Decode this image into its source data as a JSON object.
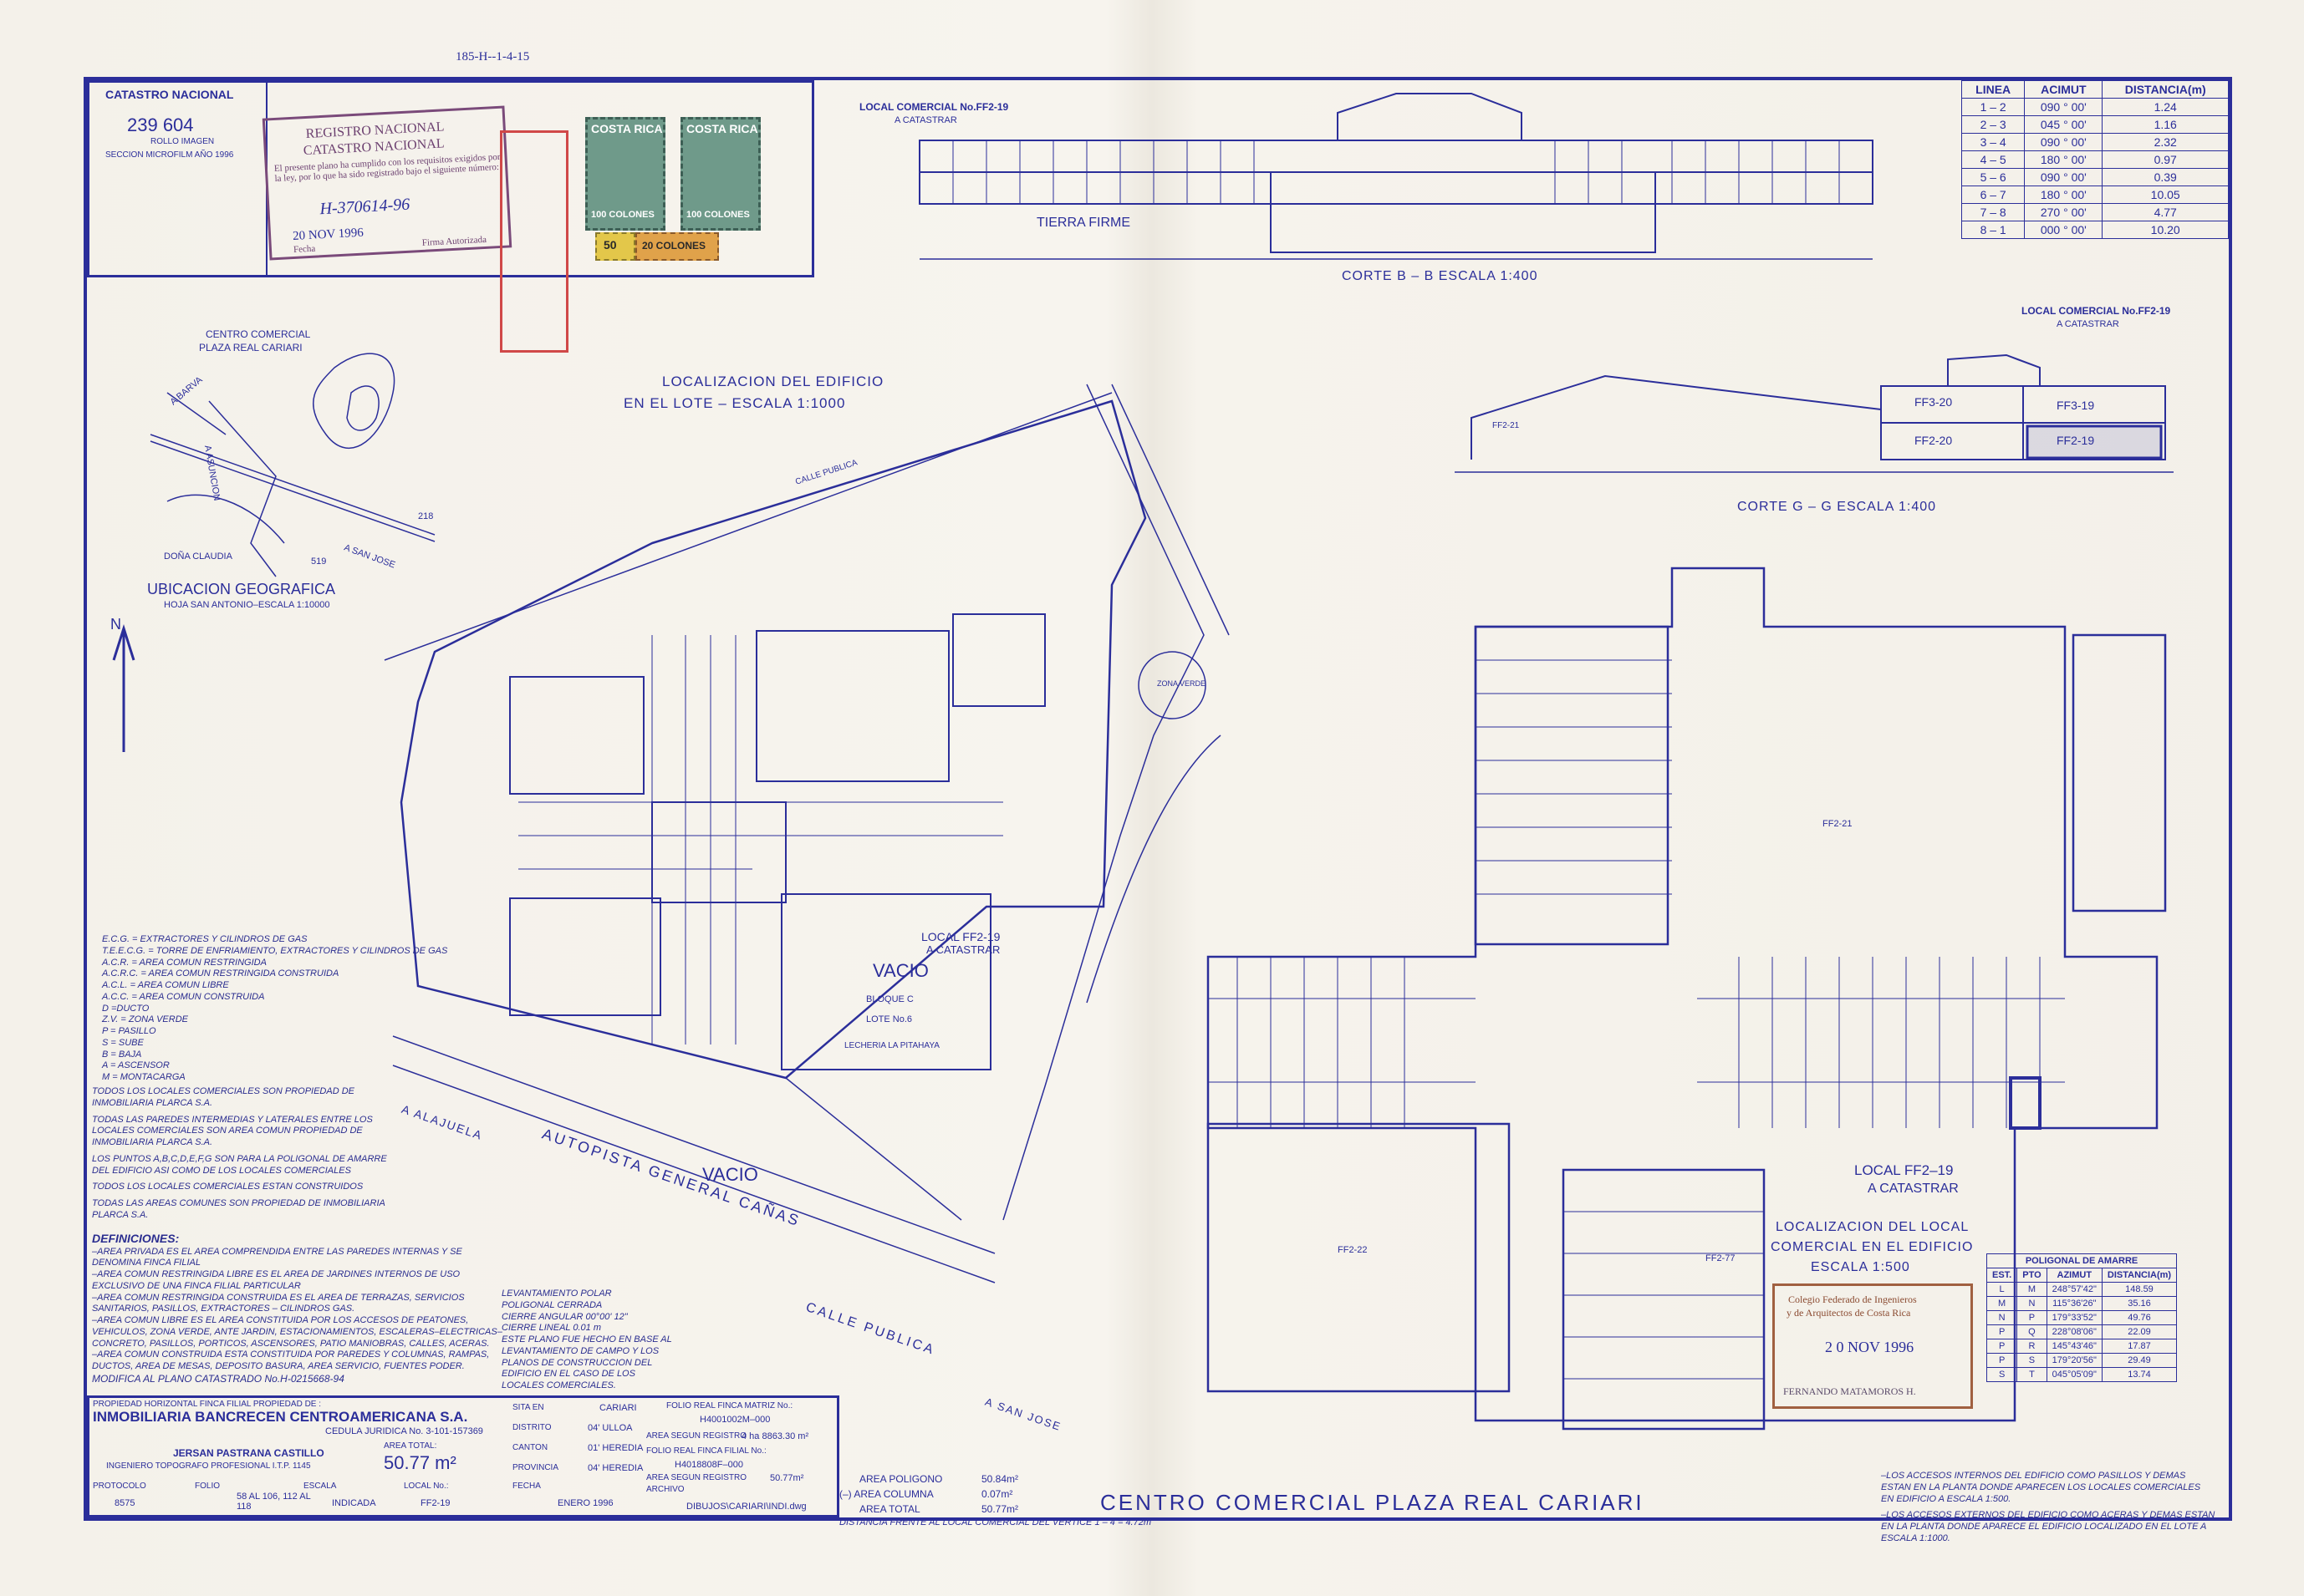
{
  "ref_code": "185-H--1-4-15",
  "catastro": {
    "title": "CATASTRO NACIONAL",
    "number": "239 604",
    "rollo": "ROLLO IMAGEN",
    "seccion": "SECCION MICROFILM AÑO 1996"
  },
  "registro_stamp": {
    "line1": "REGISTRO NACIONAL",
    "line2": "CATASTRO NACIONAL",
    "body": "El presente plano ha cumplido con los requisitos exigidos por la ley, por lo que ha sido registrado bajo el siguiente número:",
    "number": "H-370614-96",
    "date": "20 NOV 1996",
    "fecha": "Fecha",
    "firma": "Firma Autorizada"
  },
  "timbres": {
    "brand": "COSTA RICA",
    "value1": "100 COLONES",
    "value2": "100 COLONES",
    "value3": "50",
    "value4": "20 COLONES"
  },
  "corte_bb": {
    "label_local": "LOCAL COMERCIAL No.FF2-19",
    "label_catastrar": "A CATASTRAR",
    "title": "CORTE  B – B  ESCALA 1:400",
    "ground": "TIERRA FIRME"
  },
  "rumbos_table": {
    "headers": [
      "LINEA",
      "ACIMUT",
      "DISTANCIA(m)"
    ],
    "rows": [
      [
        "1 – 2",
        "090 ° 00'",
        "1.24"
      ],
      [
        "2 – 3",
        "045 ° 00'",
        "1.16"
      ],
      [
        "3 – 4",
        "090 ° 00'",
        "2.32"
      ],
      [
        "4 – 5",
        "180 ° 00'",
        "0.97"
      ],
      [
        "5 – 6",
        "090 ° 00'",
        "0.39"
      ],
      [
        "6 – 7",
        "180 ° 00'",
        "10.05"
      ],
      [
        "7 – 8",
        "270 ° 00'",
        "4.77"
      ],
      [
        "8 – 1",
        "000 ° 00'",
        "10.20"
      ]
    ]
  },
  "corte_gg": {
    "label_local": "LOCAL COMERCIAL No.FF2-19",
    "label_catastrar": "A CATASTRAR",
    "title": "CORTE   G – G         ESCALA 1:400",
    "units": [
      "FF2-21",
      "FF3-20",
      "FF2-20",
      "FF3-19",
      "FF2-19"
    ]
  },
  "ubicacion": {
    "title": "UBICACION GEOGRAFICA",
    "subtitle": "HOJA SAN ANTONIO–ESCALA 1:10000",
    "centro": "CENTRO COMERCIAL",
    "plaza": "PLAZA REAL CARIARI",
    "north": "N",
    "labels": [
      "A BARVA",
      "A ASUNCION",
      "DOÑA CLAUDIA",
      "A SAN JOSE",
      "218",
      "519"
    ]
  },
  "lote": {
    "title1": "LOCALIZACION DEL EDIFICIO",
    "title2": "EN EL LOTE – ESCALA 1:1000",
    "local_label": "LOCAL FF2-19",
    "local_sub": "A CATASTRAR",
    "vacio1": "VACIO",
    "vacio2": "VACIO",
    "bloque": "BLOQUE C",
    "lote6": "LOTE No.6",
    "lecheria": "LECHERIA LA PITAHAYA",
    "zona_verde": "ZONA VERDE",
    "calle_publica": "CALLE PUBLICA",
    "autopista": "AUTOPISTA   GENERAL  CAÑAS",
    "calle2": "CALLE  PUBLICA",
    "alajuela": "A ALAJUELA",
    "sanjose": "A SAN JOSE"
  },
  "floor": {
    "title1": "LOCALIZACION DEL LOCAL",
    "title2": "COMERCIAL EN EL EDIFICIO",
    "title3": "ESCALA  1:500",
    "local_label": "LOCAL  FF2–19",
    "local_sub": "A CATASTRAR",
    "big_unit_left": "FF2-22",
    "big_unit_right": "FF2-21",
    "big_unit_bottom": "FF2-77"
  },
  "colegio_stamp": {
    "line1": "Colegio Federado de Ingenieros",
    "line2": "y de Arquitectos de Costa Rica",
    "date": "2 0 NOV 1996",
    "sign": "FERNANDO MATAMOROS H."
  },
  "poligonal_table": {
    "title": "POLIGONAL DE AMARRE",
    "headers": [
      "EST.",
      "PTO",
      "AZIMUT",
      "DISTANCIA(m)"
    ],
    "rows": [
      [
        "L",
        "M",
        "248°57'42\"",
        "148.59"
      ],
      [
        "M",
        "N",
        "115°36'26\"",
        "35.16"
      ],
      [
        "N",
        "P",
        "179°33'52\"",
        "49.76"
      ],
      [
        "P",
        "Q",
        "228°08'06\"",
        "22.09"
      ],
      [
        "P",
        "R",
        "145°43'46\"",
        "17.87"
      ],
      [
        "P",
        "S",
        "179°20'56\"",
        "29.49"
      ],
      [
        "S",
        "T",
        "045°05'09\"",
        "13.74"
      ]
    ]
  },
  "legend": [
    "E.C.G. = EXTRACTORES Y CILINDROS DE GAS",
    "T.E.E.C.G. = TORRE DE ENFRIAMIENTO, EXTRACTORES Y CILINDROS DE GAS",
    "A.C.R. = AREA COMUN RESTRINGIDA",
    "A.C.R.C. = AREA COMUN RESTRINGIDA CONSTRUIDA",
    "A.C.L. = AREA COMUN LIBRE",
    "A.C.C. = AREA COMUN CONSTRUIDA",
    "D =DUCTO",
    "Z.V. = ZONA VERDE",
    "P = PASILLO",
    "S = SUBE",
    "B = BAJA",
    "A = ASCENSOR",
    "M = MONTACARGA"
  ],
  "notes": [
    "TODOS LOS LOCALES COMERCIALES SON PROPIEDAD DE INMOBILIARIA PLARCA S.A.",
    "TODAS LAS PAREDES INTERMEDIAS Y LATERALES ENTRE LOS LOCALES COMERCIALES SON AREA COMUN PROPIEDAD DE INMOBILIARIA PLARCA S.A.",
    "LOS PUNTOS A,B,C,D,E,F,G SON PARA LA POLIGONAL DE AMARRE DEL EDIFICIO ASI COMO DE LOS LOCALES COMERCIALES",
    "TODOS LOS LOCALES COMERCIALES ESTAN CONSTRUIDOS",
    "TODAS LAS AREAS COMUNES SON PROPIEDAD DE INMOBILIARIA PLARCA S.A."
  ],
  "definiciones": {
    "title": "DEFINICIONES:",
    "items": [
      "–AREA PRIVADA ES EL AREA COMPRENDIDA ENTRE LAS PAREDES INTERNAS Y SE DENOMINA FINCA FILIAL",
      "–AREA COMUN RESTRINGIDA LIBRE ES EL AREA DE JARDINES INTERNOS DE USO EXCLUSIVO DE UNA FINCA FILIAL PARTICULAR",
      "–AREA COMUN RESTRINGIDA CONSTRUIDA ES EL AREA DE TERRAZAS, SERVICIOS SANITARIOS, PASILLOS, EXTRACTORES – CILINDROS GAS.",
      "–AREA COMUN LIBRE ES EL AREA CONSTITUIDA POR LOS ACCESOS DE PEATONES, VEHICULOS, ZONA VERDE, ANTE JARDIN, ESTACIONAMIENTOS, ESCALERAS–ELECTRICAS–CONCRETO, PASILLOS, PORTICOS, ASCENSORES, PATIO MANIOBRAS, CALLES, ACERAS.",
      "–AREA COMUN CONSTRUIDA ESTA CONSTITUIDA POR PAREDES Y COLUMNAS, RAMPAS, DUCTOS, AREA DE MESAS, DEPOSITO BASURA, AREA SERVICIO, FUENTES PODER."
    ],
    "modifica": "MODIFICA AL PLANO CATASTRADO No.H-0215668-94"
  },
  "levantamiento": [
    "LEVANTAMIENTO POLAR",
    "POLIGONAL CERRADA",
    "CIERRE ANGULAR 00°00' 12\"",
    "CIERRE LINEAL 0.01 m",
    "ESTE PLANO FUE HECHO EN BASE AL LEVANTAMIENTO DE CAMPO Y LOS PLANOS DE CONSTRUCCION DEL EDIFICIO EN EL CASO DE LOS LOCALES COMERCIALES."
  ],
  "title_block": {
    "propiedad_label": "PROPIEDAD HORIZONTAL FINCA FILIAL PROPIEDAD DE :",
    "owner": "INMOBILIARIA BANCRECEN CENTROAMERICANA S.A.",
    "cedula": "CEDULA JURIDICA No. 3-101-157369",
    "area_label": "AREA TOTAL:",
    "area_value": "50.77 m²",
    "surveyor": "JERSAN PASTRANA CASTILLO",
    "surveyor_title": "INGENIERO TOPOGRAFO PROFESIONAL I.T.P. 1145",
    "sita_label": "SITA EN",
    "sita": "CARIARI",
    "distrito_label": "DISTRITO",
    "distrito": "04' ULLOA",
    "canton_label": "CANTON",
    "canton": "01' HEREDIA",
    "provincia_label": "PROVINCIA",
    "provincia": "04' HEREDIA",
    "folio_matriz_label": "FOLIO REAL FINCA MATRIZ No.:",
    "folio_matriz": "H4001002M–000",
    "area_registro_label": "AREA SEGUN REGISTRO",
    "area_registro": "4 ha 8863.30 m²",
    "folio_filial_label": "FOLIO REAL FINCA FILIAL No.:",
    "folio_filial": "H4018808F–000",
    "area_registro2": "50.77m²",
    "protocolo_label": "PROTOCOLO",
    "protocolo": "8575",
    "folio_label": "FOLIO",
    "folio": "58 AL 106, 112 AL 118",
    "escala_label": "ESCALA",
    "escala": "INDICADA",
    "local_label": "LOCAL No.:",
    "local": "FF2-19",
    "fecha_label": "FECHA",
    "fecha": "ENERO 1996",
    "archivo_label": "ARCHIVO",
    "archivo": "DIBUJOS\\CARIARI\\INDI.dwg"
  },
  "areas": {
    "poligono_label": "AREA POLIGONO",
    "poligono": "50.84m²",
    "columna_label": "(–) AREA COLUMNA",
    "columna": "0.07m²",
    "total_label": "AREA TOTAL",
    "total": "50.77m²",
    "distancia": "DISTANCIA FRENTE AL LOCAL COMERCIAL DEL VERTICE 1 – 4 = 4.72m"
  },
  "main_title": "CENTRO  COMERCIAL  PLAZA  REAL  CARIARI",
  "bottom_notes": [
    "–LOS ACCESOS INTERNOS DEL EDIFICIO COMO PASILLOS Y DEMAS ESTAN EN LA PLANTA DONDE APARECEN LOS LOCALES COMERCIALES EN EDIFICIO A ESCALA 1:500.",
    "–LOS ACCESOS EXTERNOS DEL EDIFICIO COMO ACERAS Y DEMAS ESTAN EN LA PLANTA DONDE APARECE EL EDIFICIO LOCALIZADO EN EL LOTE A ESCALA 1:1000."
  ]
}
